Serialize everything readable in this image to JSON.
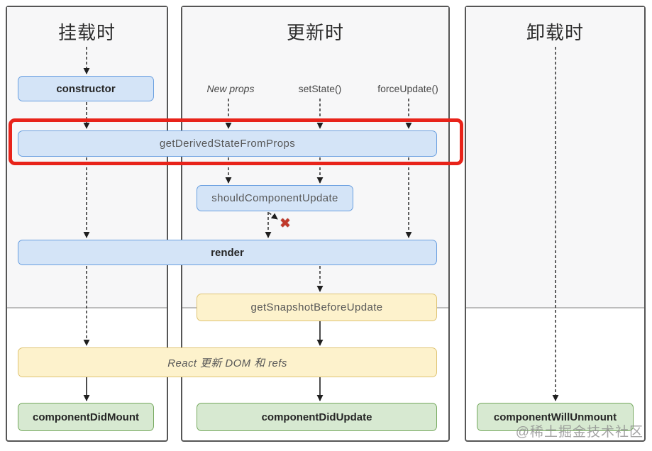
{
  "diagram": {
    "columns": [
      {
        "id": "mount",
        "header": "挂载时"
      },
      {
        "id": "update",
        "header": "更新时"
      },
      {
        "id": "unmount",
        "header": "卸载时"
      }
    ],
    "triggers": {
      "new_props": "New props",
      "set_state": "setState()",
      "force_update": "forceUpdate()"
    },
    "nodes": {
      "ctor": {
        "label": "constructor"
      },
      "gdsfp": {
        "label": "getDerivedStateFromProps"
      },
      "scu": {
        "label": "shouldComponentUpdate"
      },
      "render": {
        "label": "render"
      },
      "gsbu": {
        "label": "getSnapshotBeforeUpdate"
      },
      "reactdom": {
        "label": "React 更新 DOM 和 refs"
      },
      "cdm": {
        "label": "componentDidMount"
      },
      "cdu": {
        "label": "componentDidUpdate"
      },
      "cwu": {
        "label": "componentWillUnmount"
      }
    },
    "stop_mark": "✖",
    "watermark": "@稀土掘金技术社区",
    "colors": {
      "blue_fill": "#d4e4f7",
      "blue_border": "#699fe0",
      "yellow_fill": "#fdf2cc",
      "yellow_border": "#dfc473",
      "green_fill": "#d7e9d1",
      "green_border": "#76a95f",
      "highlight_red": "#e8231a",
      "stop_red": "#c0392b",
      "panel_gray": "#f7f7f8",
      "border_gray": "#565656"
    },
    "connections": [
      {
        "from": "挂载时",
        "to": "constructor",
        "style": "dashed"
      },
      {
        "from": "constructor",
        "to": "getDerivedStateFromProps",
        "style": "dashed"
      },
      {
        "from": "New props",
        "to": "getDerivedStateFromProps",
        "style": "dashed"
      },
      {
        "from": "setState()",
        "to": "getDerivedStateFromProps",
        "style": "dashed"
      },
      {
        "from": "forceUpdate()",
        "to": "getDerivedStateFromProps",
        "style": "dashed"
      },
      {
        "from": "getDerivedStateFromProps",
        "to": "render",
        "style": "dashed",
        "lane": "mount"
      },
      {
        "from": "getDerivedStateFromProps",
        "to": "shouldComponentUpdate",
        "style": "dashed",
        "lane": "new-props"
      },
      {
        "from": "getDerivedStateFromProps",
        "to": "shouldComponentUpdate",
        "style": "dashed",
        "lane": "setState"
      },
      {
        "from": "getDerivedStateFromProps",
        "to": "render",
        "style": "dashed",
        "lane": "forceUpdate"
      },
      {
        "from": "shouldComponentUpdate",
        "to": "render",
        "style": "dashed"
      },
      {
        "from": "shouldComponentUpdate",
        "to": "✖",
        "style": "dashed"
      },
      {
        "from": "render",
        "to": "React 更新 DOM 和 refs",
        "style": "dashed",
        "lane": "mount"
      },
      {
        "from": "render",
        "to": "getSnapshotBeforeUpdate",
        "style": "dashed"
      },
      {
        "from": "getSnapshotBeforeUpdate",
        "to": "React 更新 DOM 和 refs",
        "style": "solid"
      },
      {
        "from": "React 更新 DOM 和 refs",
        "to": "componentDidMount",
        "style": "solid"
      },
      {
        "from": "React 更新 DOM 和 refs",
        "to": "componentDidUpdate",
        "style": "solid"
      },
      {
        "from": "卸载时",
        "to": "componentWillUnmount",
        "style": "dashed"
      }
    ]
  }
}
